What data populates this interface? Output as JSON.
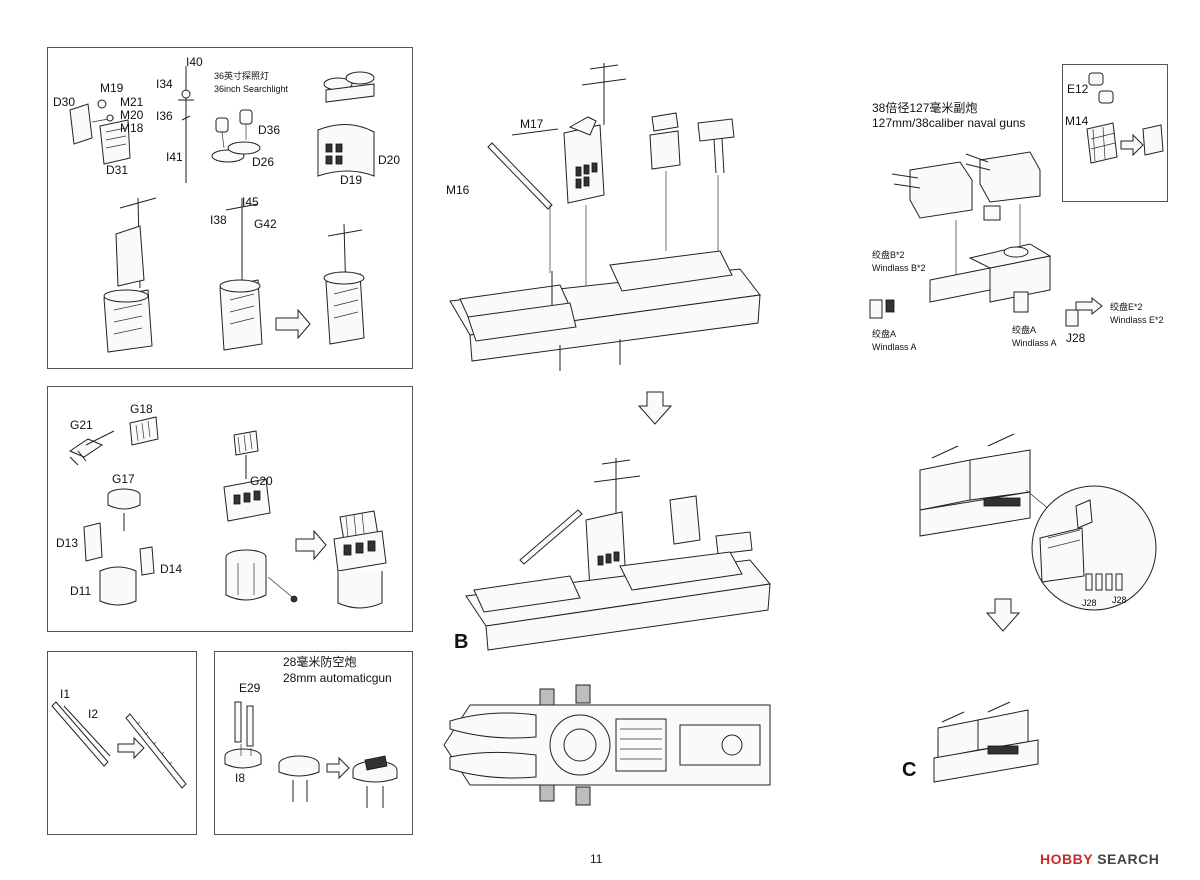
{
  "page": {
    "number": "11"
  },
  "watermark": {
    "brand": "HOBBY",
    "tail": "SEARCH",
    "color": "#c82b2b"
  },
  "panel1": {
    "labels": {
      "d30": "D30",
      "m19": "M19",
      "m21": "M21",
      "m20": "M20",
      "m18": "M18",
      "d31": "D31",
      "i40": "I40",
      "i34": "I34",
      "i36": "I36",
      "i41": "I41",
      "searchlight_cn": "36英寸探照灯",
      "searchlight_en": "36inch Searchlight",
      "d36": "D36",
      "d26": "D26",
      "d20": "D20",
      "d19": "D19",
      "i45": "I45",
      "i38": "I38",
      "g42": "G42"
    }
  },
  "panel2": {
    "labels": {
      "g21": "G21",
      "g18": "G18",
      "g17": "G17",
      "g20": "G20",
      "d13": "D13",
      "d14": "D14",
      "d11": "D11"
    }
  },
  "panel3": {
    "labels": {
      "i1": "I1",
      "i2": "I2"
    }
  },
  "panel4": {
    "labels": {
      "e29": "E29",
      "i8": "I8",
      "gun_cn": "28毫米防空炮",
      "gun_en": "28mm automaticgun"
    }
  },
  "center": {
    "labels": {
      "m17": "M17",
      "m16": "M16",
      "step_b": "B"
    }
  },
  "right": {
    "labels": {
      "guns_cn": "38倍径127毫米副炮",
      "guns_en": "127mm/38caliber naval guns",
      "e12": "E12",
      "m14": "M14",
      "windlass_b_cn": "绞盘B*2",
      "windlass_b_en": "Windlass B*2",
      "windlass_a1_cn": "绞盘A",
      "windlass_a1_en": "Windlass A",
      "windlass_a2_cn": "绞盘A",
      "windlass_a2_en": "Windlass A",
      "windlass_e_cn": "绞盘E*2",
      "windlass_e_en": "Windlass E*2",
      "j28": "J28",
      "j28b": "J28",
      "j28c": "J28",
      "step_c": "C"
    }
  }
}
